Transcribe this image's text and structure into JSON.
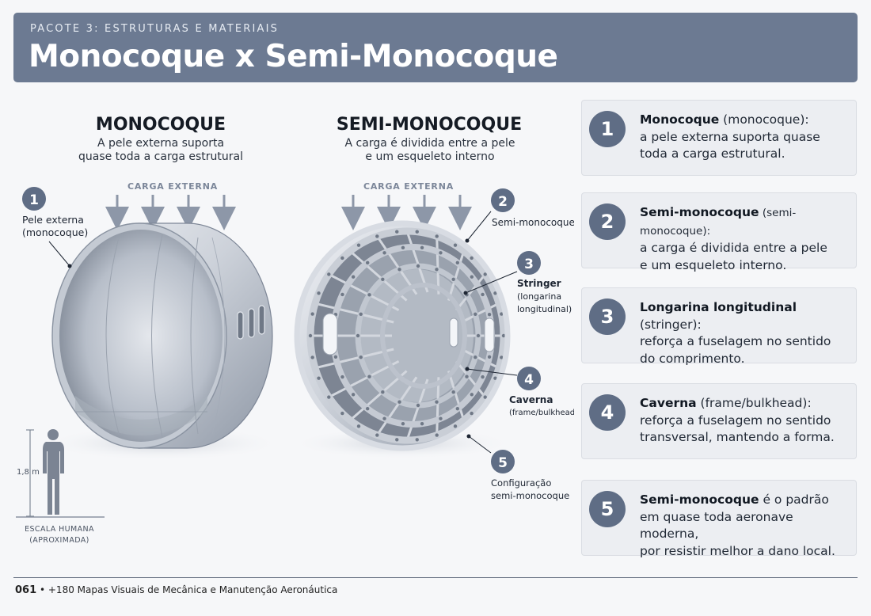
{
  "header": {
    "kicker": "PACOTE 3: ESTRUTURAS E MATERIAIS",
    "title": "Monocoque x Semi-Monocoque"
  },
  "mono": {
    "heading": "MONOCOQUE",
    "sub1": "A pele externa suporta",
    "sub2": "quase toda a carga estrutural",
    "load_label": "CARGA EXTERNA",
    "callout_1": {
      "number": "1",
      "line1": "Pele externa",
      "line2": "(monocoque)"
    }
  },
  "semi": {
    "heading": "SEMI-MONOCOQUE",
    "sub1": "A carga é dividida entre a pele",
    "sub2": "e um esqueleto interno",
    "load_label": "CARGA EXTERNA",
    "callout_2": {
      "number": "2",
      "line1": "Semi-monocoque"
    },
    "callout_3": {
      "number": "3",
      "line1": "Stringer",
      "line2": "(longarina",
      "line3": "longitudinal)"
    },
    "callout_4": {
      "number": "4",
      "line1": "Caverna",
      "line2": "(frame/bulkhead)"
    },
    "callout_5": {
      "number": "5",
      "line1": "Configuração",
      "line2": "semi-monocoque"
    }
  },
  "scale": {
    "height_label": "1,8 m",
    "line1": "ESCALA HUMANA",
    "line2": "(APROXIMADA)"
  },
  "cards": [
    {
      "number": "1",
      "term": "Monocoque",
      "term_note": " (monocoque):",
      "line2": "a pele externa suporta quase",
      "line3": "toda a carga estrutural."
    },
    {
      "number": "2",
      "term": "Semi-monocoque",
      "term_note": " (semi-monocoque):",
      "line2": "a carga é dividida entre a pele",
      "line3": "e um esqueleto interno."
    },
    {
      "number": "3",
      "term": "Longarina longitudinal",
      "term_note": " (stringer):",
      "line2": "reforça a fuselagem no sentido",
      "line3": "do comprimento."
    },
    {
      "number": "4",
      "term": "Caverna",
      "term_note": " (frame/bulkhead):",
      "line2": "reforça a fuselagem no sentido",
      "line3": "transversal, mantendo a forma."
    },
    {
      "number": "5",
      "term": "Semi-monocoque",
      "term_note": " é o padrão",
      "line2": "em quase toda aeronave moderna,",
      "line3": "por resistir melhor a dano local."
    }
  ],
  "footer": {
    "page": "061",
    "bullet": "•",
    "text": "+180 Mapas Visuais de Mecânica e Manutenção Aeronáutica"
  },
  "colors": {
    "header_bg": "#6c7a92",
    "badge": "#5f6d85",
    "card_bg": "#eceef2",
    "metal_light": "#d7dbe2",
    "metal_dark": "#8a93a1"
  }
}
